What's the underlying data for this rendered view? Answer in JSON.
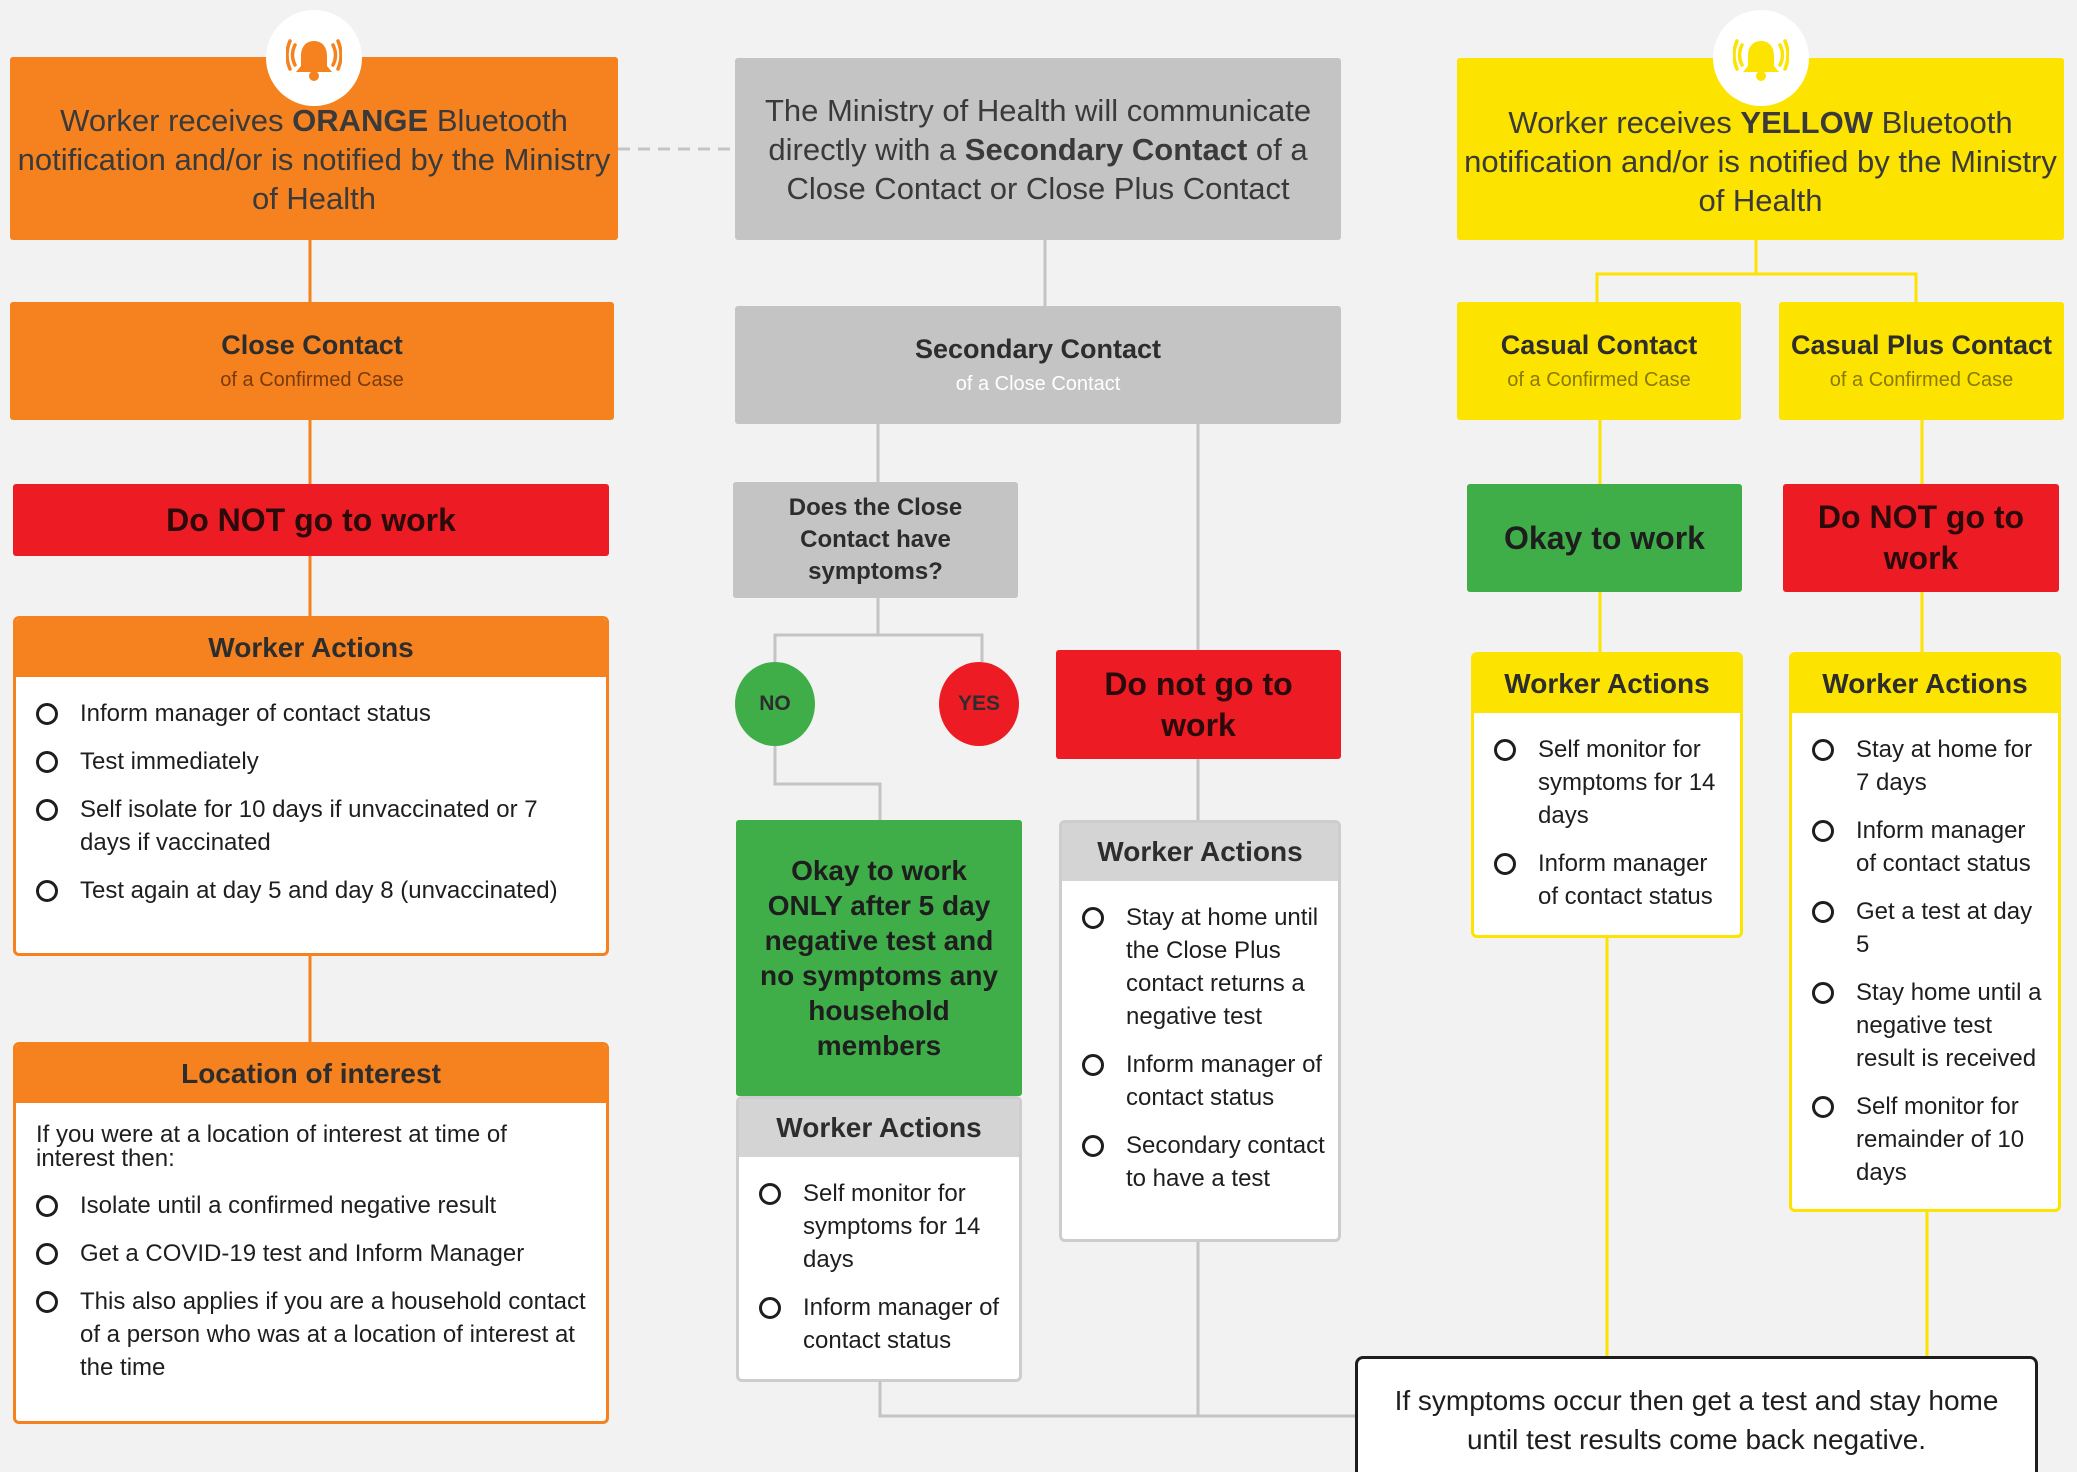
{
  "orange_header": {
    "pre": "Worker receives ",
    "strong": "ORANGE",
    "post": " Bluetooth notification and/or is notified by the Ministry of Health"
  },
  "gray_header": {
    "pre": "The Ministry of Health will communicate directly with a ",
    "strong": "Secondary Contact",
    "post": " of a Close Contact or Close Plus Contact"
  },
  "yellow_header": {
    "pre": "Worker receives ",
    "strong": "YELLOW",
    "post": " Bluetooth notification and/or is notified by the Ministry of Health"
  },
  "close_contact": {
    "title": "Close Contact",
    "subtitle": "of a Confirmed Case"
  },
  "secondary_contact": {
    "title": "Secondary Contact",
    "subtitle": "of a Close Contact"
  },
  "casual_contact": {
    "title": "Casual Contact",
    "subtitle": "of a Confirmed Case"
  },
  "casual_plus_contact": {
    "title": "Casual Plus Contact",
    "subtitle": "of a Confirmed Case"
  },
  "banners": {
    "do_not_go_orange": "Do NOT go to work",
    "do_not_go_gray": "Do not go to work",
    "okay_yellow": "Okay to work",
    "do_not_go_yellow": "Do NOT go to work",
    "okay_after_5": "Okay to work ONLY after 5 day negative test and no symptoms any household members"
  },
  "question": "Does the Close Contact have symptoms?",
  "answers": {
    "no": "NO",
    "yes": "YES"
  },
  "close_actions": {
    "title": "Worker Actions",
    "items": [
      "Inform manager of contact status",
      "Test immediately",
      "Self isolate for 10 days if unvaccinated or 7 days if vaccinated",
      "Test again at day 5 and day 8 (unvaccinated)"
    ]
  },
  "location_interest": {
    "title": "Location of interest",
    "intro": "If you were at a location of interest at time of interest then:",
    "items": [
      "Isolate until a confirmed negative result",
      "Get a COVID-19 test and Inform Manager",
      "This also applies if you are a household contact of a person who was at a location of interest at the time"
    ]
  },
  "no_symptoms_actions": {
    "title": "Worker Actions",
    "items": [
      "Self monitor for symptoms for 14 days",
      "Inform manager of contact status"
    ]
  },
  "secondary_actions": {
    "title": "Worker Actions",
    "items": [
      "Stay at home until the Close Plus contact returns a negative test",
      "Inform manager of contact status",
      "Secondary contact to have a test"
    ]
  },
  "casual_actions": {
    "title": "Worker Actions",
    "items": [
      "Self monitor for symptoms for 14 days",
      "Inform manager of contact status"
    ]
  },
  "casual_plus_actions": {
    "title": "Worker Actions",
    "items": [
      "Stay at home for 7 days",
      "Inform manager of contact status",
      "Get a test at day 5",
      "Stay home until a negative test result is received",
      "Self monitor for remainder of 10 days"
    ]
  },
  "footer": "If symptoms occur then get a test and stay home until test results come back negative.",
  "icons": {
    "orange_bell": "bell-alert-icon",
    "yellow_bell": "bell-alert-icon"
  },
  "colors": {
    "orange": "#f5821f",
    "gray": "#c4c4c4",
    "yellow": "#fce300",
    "red": "#ed1c24",
    "green": "#3fae49"
  }
}
